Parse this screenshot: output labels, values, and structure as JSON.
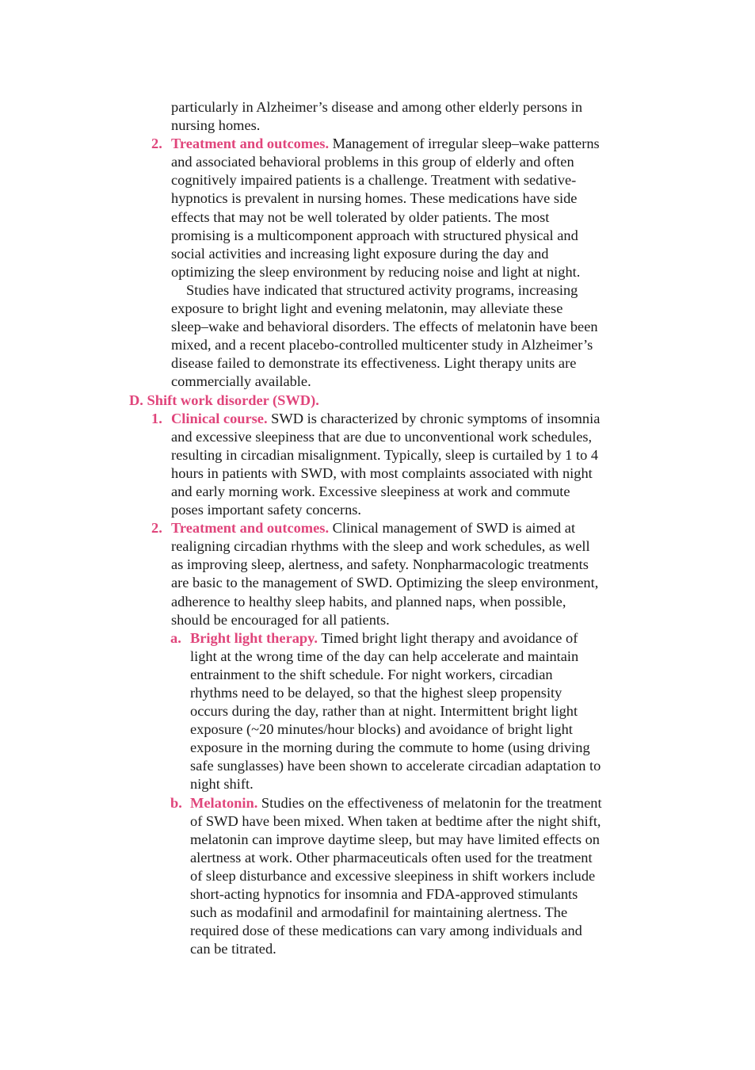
{
  "colors": {
    "heading": "#e0457b",
    "text": "#1a1a1a"
  },
  "continuation": "particularly in Alzheimer’s disease and among other elderly persons in nursing homes.",
  "item_c2": {
    "number": "2.",
    "heading": "Treatment and outcomes.",
    "text": " Management of irregular sleep–wake patterns and associated behavioral problems in this group of elderly and often cognitively impaired patients is a challenge. Treatment with sedative-hypnotics is prevalent in nursing homes. These medications have side effects that may not be well tolerated by older patients. The most promising is a multicomponent approach with structured physical and social activities and increasing light exposure during the day and optimizing the sleep environment by reducing noise and light at night.",
    "para2": "Studies have indicated that structured activity programs, increasing exposure to bright light and evening melatonin, may alleviate these sleep–wake and behavioral disorders. The effects of melatonin have been mixed, and a recent placebo-controlled multicenter study in Alzheimer’s disease failed to demonstrate its effectiveness. Light therapy units are commercially available."
  },
  "section_d": {
    "letter": "D.",
    "title": "Shift work disorder (SWD).",
    "item1": {
      "number": "1.",
      "heading": "Clinical course.",
      "text": " SWD is characterized by chronic symptoms of insomnia and excessive sleepiness that are due to unconventional work schedules, resulting in circadian misalignment. Typically, sleep is curtailed by 1 to 4 hours in patients with SWD, with most complaints associated with night and early morning work. Excessive sleepiness at work and commute poses important safety concerns."
    },
    "item2": {
      "number": "2.",
      "heading": "Treatment and outcomes.",
      "text": " Clinical management of SWD is aimed at realigning circadian rhythms with the sleep and work schedules, as well as improving sleep, alertness, and safety. Nonpharmacologic treatments are basic to the management of SWD. Optimizing the sleep environment, adherence to healthy sleep habits, and planned naps, when possible, should be encouraged for all patients.",
      "sub_a": {
        "letter": "a.",
        "heading": "Bright light therapy.",
        "text": " Timed bright light therapy and avoidance of light at the wrong time of the day can help accelerate and maintain entrainment to the shift schedule. For night workers, circadian rhythms need to be delayed, so that the highest sleep propensity occurs during the day, rather than at night. Intermittent bright light exposure (~20 minutes/hour blocks) and avoidance of bright light exposure in the morning during the commute to home (using driving safe sunglasses) have been shown to accelerate circadian adaptation to night shift."
      },
      "sub_b": {
        "letter": "b.",
        "heading": "Melatonin.",
        "text": " Studies on the effectiveness of melatonin for the treatment of SWD have been mixed. When taken at bedtime after the night shift, melatonin can improve daytime sleep, but may have limited effects on alertness at work. Other pharmaceuticals often used for the treatment of sleep disturbance and excessive sleepiness in shift workers include short-acting hypnotics for insomnia and FDA-approved stimulants such as modafinil and armodafinil for maintaining alertness. The required dose of these medications can vary among individuals and can be titrated."
      }
    }
  }
}
